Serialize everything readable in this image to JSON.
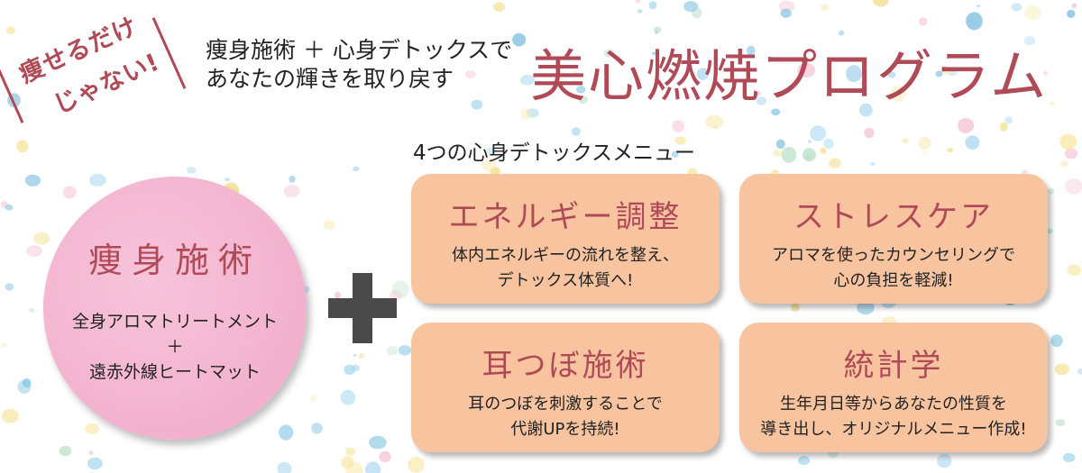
{
  "header": {
    "tag_line1": "痩せるだけ",
    "tag_line2": "じゃない!",
    "subhead_line1": "痩身施術 ＋ 心身デトックスで",
    "subhead_line2": "あなたの輝きを取り戻す",
    "title": "美心燃焼プログラム"
  },
  "menu_heading": "4つの心身デトックスメニュー",
  "circle": {
    "title": "痩身施術",
    "line1": "全身アロマトリートメント",
    "line2": "＋",
    "line3": "遠赤外線ヒートマット"
  },
  "cards": [
    {
      "title": "エネルギー調整",
      "desc1": "体内エネルギーの流れを整え、",
      "desc2": "デトックス体質へ!"
    },
    {
      "title": "ストレスケア",
      "desc1": "アロマを使ったカウンセリングで",
      "desc2": "心の負担を軽減!"
    },
    {
      "title": "耳つぼ施術",
      "desc1": "耳のつぼを刺激することで",
      "desc2": "代謝UPを持続!"
    },
    {
      "title": "統計学",
      "desc1": "生年月日等からあなたの性質を",
      "desc2": "導き出し、オリジナルメニュー作成!"
    }
  ],
  "colors": {
    "accent": "#b04a57",
    "card_bg": "#f8c39f",
    "circle_bg": "#f0a9c8",
    "plus": "#4a4a4a"
  }
}
